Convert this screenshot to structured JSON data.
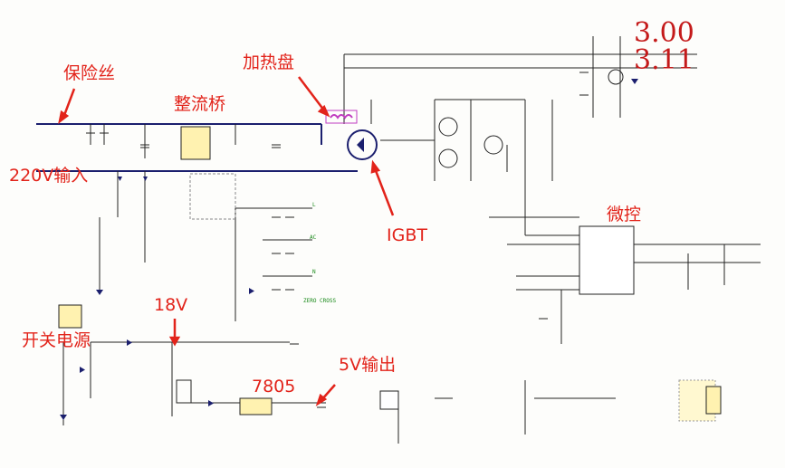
{
  "annotations": {
    "fuse": "保险丝",
    "input": "220V输入",
    "rectifier": "整流桥",
    "heater": "加热盘",
    "igbt": "IGBT",
    "mcu": "微控",
    "v18": "18V",
    "smps": "开关电源",
    "reg": "7805",
    "v5out": "5V输出"
  },
  "values": {
    "v_a": "3.00",
    "v_b": "3.11"
  },
  "nets": {
    "l": "L",
    "ac": "AC",
    "n": "N",
    "zero": "ZERO CROSS"
  },
  "colors": {
    "annotation": "#e2231a",
    "wire": "#1b1f6e",
    "net": "#1a8a1a",
    "highlight": "#c03cc0"
  }
}
